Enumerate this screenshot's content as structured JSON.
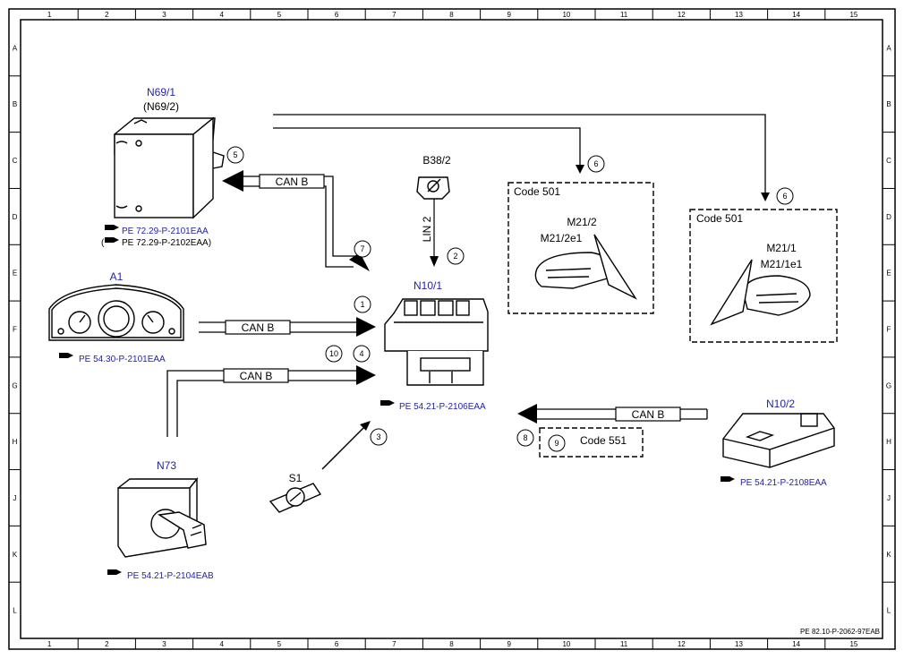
{
  "frame": {
    "columns": [
      "1",
      "2",
      "3",
      "4",
      "5",
      "6",
      "7",
      "8",
      "9",
      "10",
      "11",
      "12",
      "13",
      "14",
      "15"
    ],
    "rows": [
      "A",
      "B",
      "C",
      "D",
      "E",
      "F",
      "G",
      "H",
      "J",
      "K",
      "L"
    ],
    "doc_code": "PE 82.10-P-2062-97EAB"
  },
  "components": {
    "n69": {
      "name": "N69/1",
      "alt": "(N69/2)",
      "ref1": "PE 72.29-P-2101EAA",
      "ref2": "PE 72.29-P-2102EAA"
    },
    "a1": {
      "name": "A1",
      "ref": "PE 54.30-P-2101EAA"
    },
    "n73": {
      "name": "N73",
      "ref": "PE 54.21-P-2104EAB"
    },
    "s1": {
      "name": "S1"
    },
    "b38": {
      "name": "B38/2"
    },
    "n10_1": {
      "name": "N10/1",
      "ref": "PE 54.21-P-2106EAA"
    },
    "n10_2": {
      "name": "N10/2",
      "ref": "PE 54.21-P-2108EAA"
    },
    "mirror_left": {
      "code": "Code 501",
      "name1": "M21/2",
      "name2": "M21/2e1"
    },
    "mirror_right": {
      "code": "Code 501",
      "name1": "M21/1",
      "name2": "M21/1e1"
    },
    "code551": {
      "code": "Code 551"
    }
  },
  "buses": {
    "can_n69": "CAN B",
    "can_a1": "CAN B",
    "can_n73": "CAN B",
    "can_n10_2": "CAN B",
    "lin": "LIN 2"
  },
  "callouts": {
    "c1": "1",
    "c2": "2",
    "c3": "3",
    "c4": "4",
    "c5": "5",
    "c6a": "6",
    "c6b": "6",
    "c7": "7",
    "c8": "8",
    "c9": "9",
    "c10": "10"
  }
}
